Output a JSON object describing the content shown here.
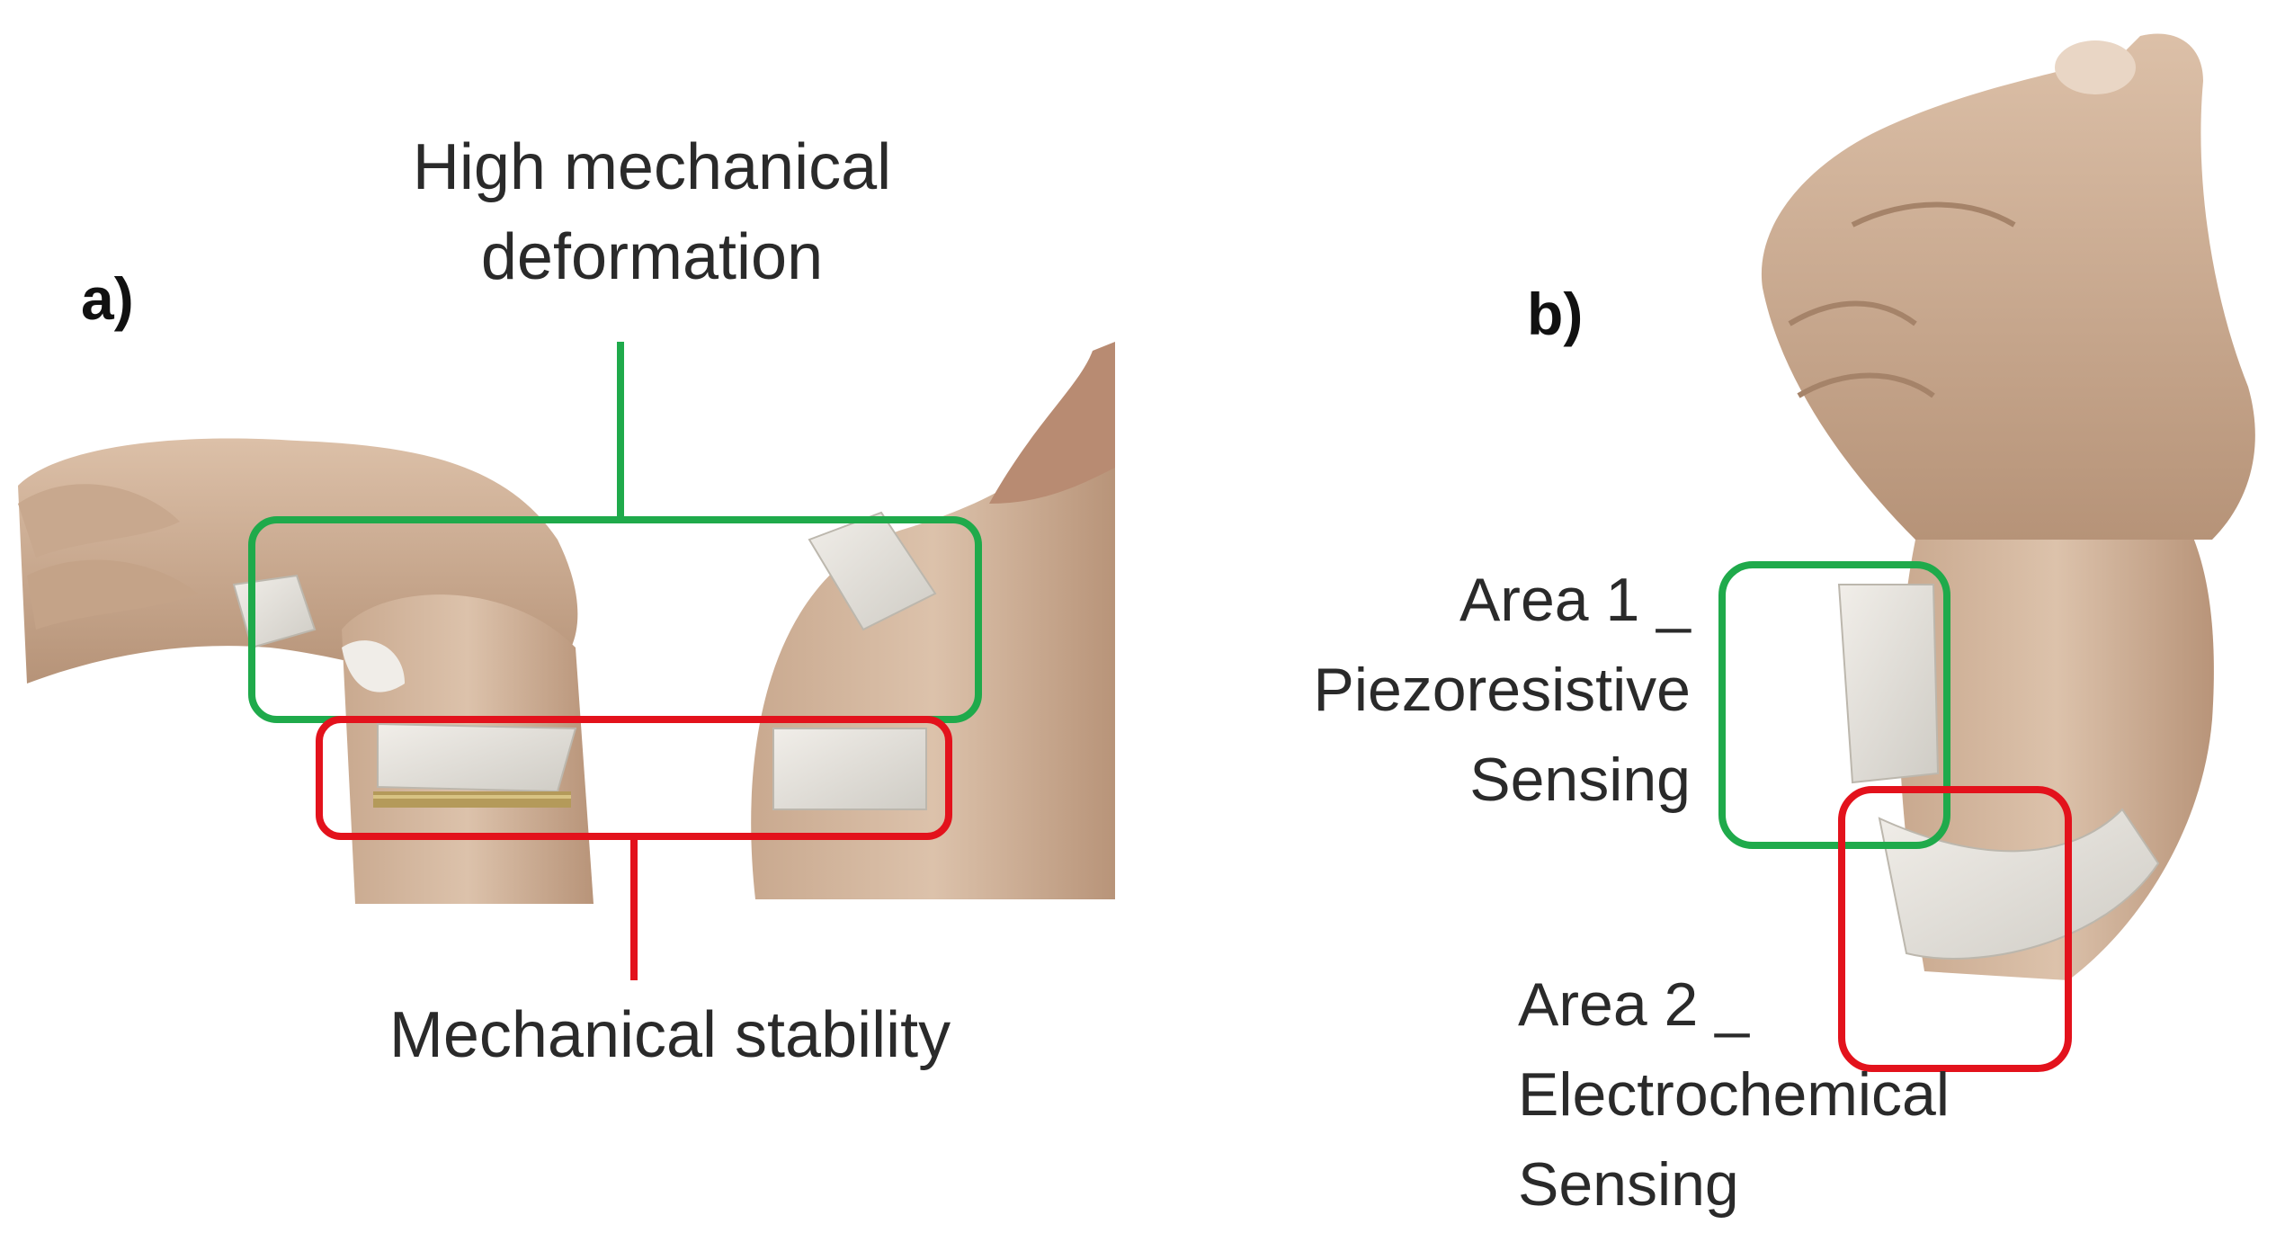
{
  "panel_a": {
    "letter": "a)",
    "top_label_line1": "High mechanical",
    "top_label_line2": "deformation",
    "bottom_label": "Mechanical stability"
  },
  "panel_b": {
    "letter": "b)",
    "area1_line1": "Area 1 _",
    "area1_line2": "Piezoresistive",
    "area1_line3": "Sensing",
    "area2_line1": "Area 2 _",
    "area2_line2": "Electrochemical",
    "area2_line3": "Sensing"
  },
  "colors": {
    "highlight_green": "#1faa4b",
    "highlight_red": "#e3121c",
    "skin": "#d4b59c",
    "skin_shadow": "#b9967c",
    "sensor_patch": "#e6e3dc",
    "background": "#ffffff"
  }
}
